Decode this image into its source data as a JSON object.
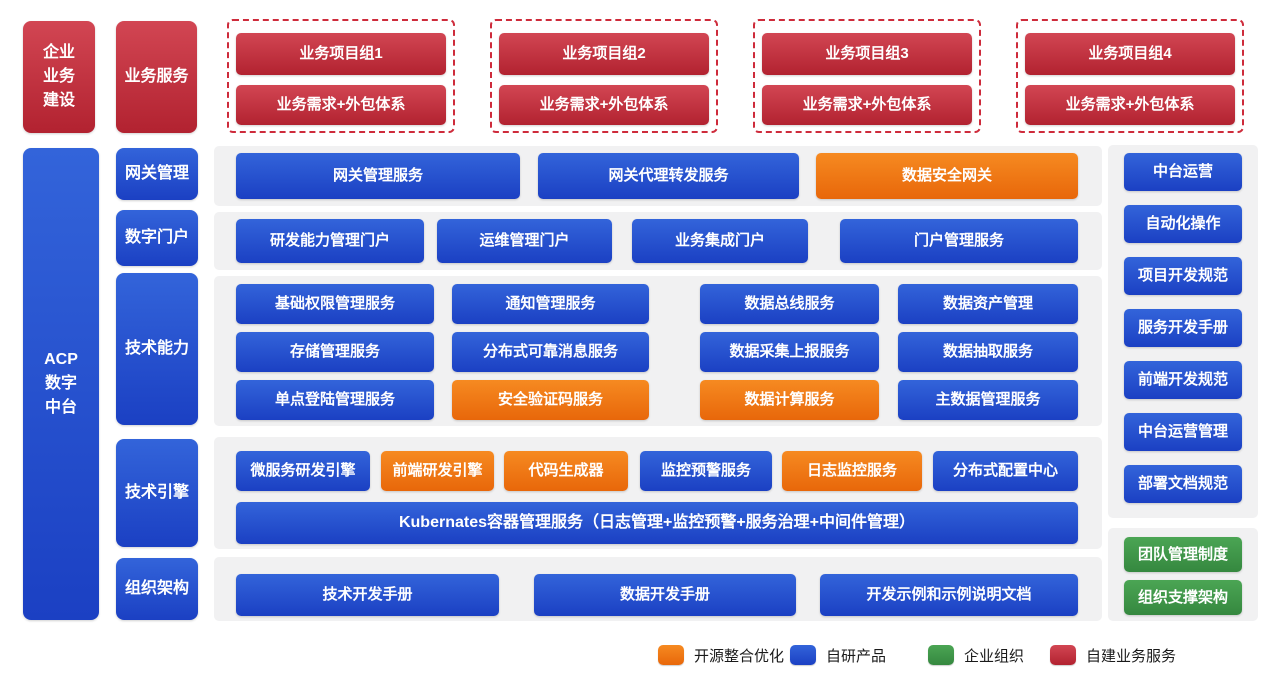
{
  "title": "ACP数字中台架构图",
  "colors": {
    "blue": "#2257cf",
    "orange": "#ee7612",
    "red": "#c62b38",
    "green": "#3d9a49",
    "panel_gray": "#f1f1f2",
    "dashed_border": "#ce2b3b"
  },
  "top": {
    "pillar_left": "企业\n业务\n建设",
    "pillar_right": "业务服务",
    "groups": [
      {
        "title": "业务项目组1",
        "subtitle": "业务需求+外包体系"
      },
      {
        "title": "业务项目组2",
        "subtitle": "业务需求+外包体系"
      },
      {
        "title": "业务项目组3",
        "subtitle": "业务需求+外包体系"
      },
      {
        "title": "业务项目组4",
        "subtitle": "业务需求+外包体系"
      }
    ]
  },
  "platform_label": "ACP\n数字\n中台",
  "categories": [
    "网关管理",
    "数字门户",
    "技术能力",
    "技术引擎",
    "组织架构"
  ],
  "gateway_items": [
    "网关管理服务",
    "网关代理转发服务",
    "数据安全网关"
  ],
  "portal_items": [
    "研发能力管理门户",
    "运维管理门户",
    "业务集成门户",
    "门户管理服务"
  ],
  "capability_items": [
    "基础权限管理服务",
    "通知管理服务",
    "数据总线服务",
    "数据资产管理",
    "存储管理服务",
    "分布式可靠消息服务",
    "数据采集上报服务",
    "数据抽取服务",
    "单点登陆管理服务",
    "安全验证码服务",
    "数据计算服务",
    "主数据管理服务"
  ],
  "engine_items": [
    "微服务研发引擎",
    "前端研发引擎",
    "代码生成器",
    "监控预警服务",
    "日志监控服务",
    "分布式配置中心"
  ],
  "engine_k8s": "Kubernates容器管理服务（日志管理+监控预警+服务治理+中间件管理）",
  "org_items": [
    "技术开发手册",
    "数据开发手册",
    "开发示例和示例说明文档"
  ],
  "right_items": [
    "中台运营",
    "自动化操作",
    "项目开发规范",
    "服务开发手册",
    "前端开发规范",
    "中台运营管理",
    "部署文档规范"
  ],
  "right_green_items": [
    "团队管理制度",
    "组织支撑架构"
  ],
  "legend": [
    {
      "label": "开源整合优化",
      "type": "orange"
    },
    {
      "label": "自研产品",
      "type": "blue"
    },
    {
      "label": "企业组织",
      "type": "green"
    },
    {
      "label": "自建业务服务",
      "type": "red"
    }
  ]
}
